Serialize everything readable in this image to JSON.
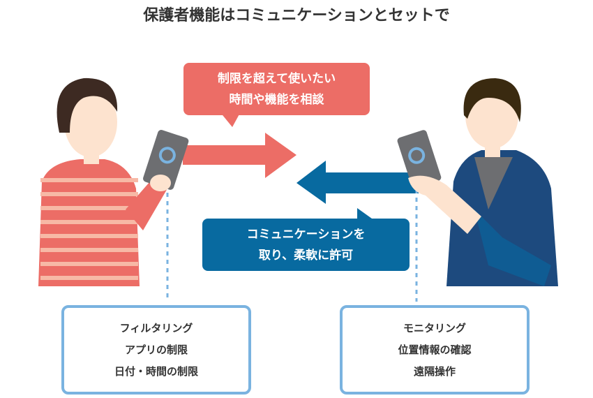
{
  "title": "保護者機能はコミュニケーションとセットで",
  "child_bubble": {
    "line1": "制限を超えて使いたい",
    "line2": "時間や機能を相談"
  },
  "parent_bubble": {
    "line1": "コミュニケーションを",
    "line2": "取り、柔軟に許可"
  },
  "child_box": {
    "items": [
      "フィルタリング",
      "アプリの制限",
      "日付・時間の制限"
    ]
  },
  "parent_box": {
    "items": [
      "モニタリング",
      "位置情報の確認",
      "遠隔操作"
    ]
  },
  "colors": {
    "red": "#ec6d66",
    "blue": "#086aa0",
    "box_border": "#7ab3e0"
  }
}
